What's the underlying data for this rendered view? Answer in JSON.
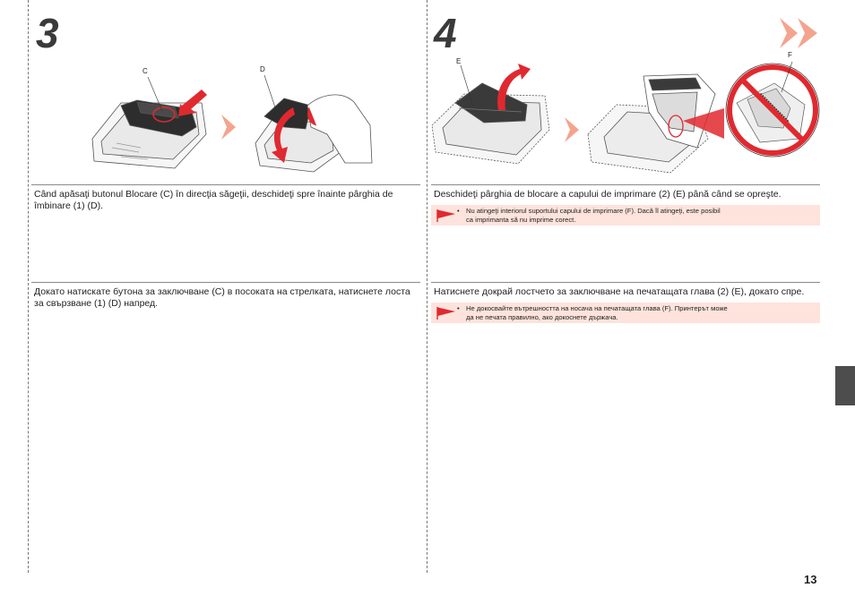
{
  "steps": [
    {
      "number": "3",
      "callouts": [
        "C",
        "D"
      ],
      "instructions": {
        "ro": "Când apăsaţi butonul Blocare (C) în direcţia săgeţii, deschideţi spre înainte pârghia de îmbinare (1) (D).",
        "bg": "Докато натискате бутона за заключване (C) в посоката на стрелката, натиснете лоста за свързване (1) (D) напред."
      }
    },
    {
      "number": "4",
      "callouts": [
        "E",
        "F"
      ],
      "instructions": {
        "ro": "Deschideţi pârghia de blocare a capului de imprimare (2) (E) până când se opreşte.",
        "bg": "Натиснете докрай лостчето за заключване на печатащата глава (2) (E), докато спре."
      },
      "notes": {
        "ro": {
          "bullet": "•",
          "line1": "Nu atingeţi interiorul suportului capului de imprimare (F). Dacă îl atingeţi, este posibil",
          "line2": "ca imprimanta să nu imprime corect."
        },
        "bg": {
          "bullet": "•",
          "line1": "Не докосвайте вътрешността на носача на печатащата глава (F). Принтерът може",
          "line2": "да не печата правилно, ако докоснете държача."
        }
      }
    }
  ],
  "page_number": "13",
  "colors": {
    "accent": "#f4a48e",
    "red": "#e0292f",
    "note_bg": "#fde3dc",
    "tab": "#4d4d4d"
  },
  "icons": [
    "next-chevron-icon",
    "caution-flag-icon",
    "no-touch-icon"
  ]
}
